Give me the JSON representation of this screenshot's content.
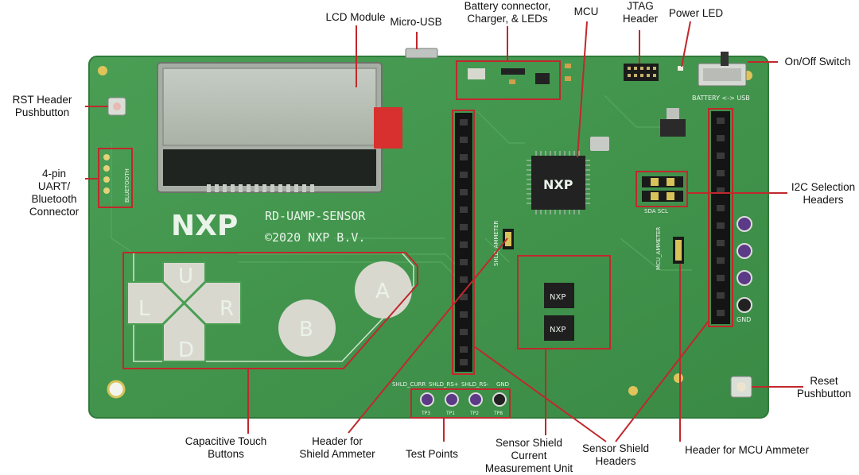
{
  "board": {
    "logo": "NXP",
    "name": "RD-UAMP-SENSOR",
    "copyright": "©2020 NXP B.V.",
    "chip_logo": "NXP",
    "battery_silk": "BATTERY <-> USB",
    "i2c_silk": "SDA SCL",
    "bt_silk": "BLUETOOTH",
    "shld_silk": "SHLD_AMMETER",
    "mcu_silk": "MCU_AMMETER",
    "testpoint_silk": [
      "SHLD_CURR",
      "SHLD_RS+",
      "SHLD_RS-",
      "GND"
    ],
    "testpoint_ids": [
      "TP3",
      "TP1",
      "TP2",
      "TP8"
    ],
    "gnd_silk": "GND",
    "pad_letters": [
      "U",
      "L",
      "R",
      "D"
    ],
    "button_a": "A",
    "button_b": "B"
  },
  "callouts": {
    "lcd": "LCD Module",
    "micro_usb": "Micro-USB",
    "battery": [
      "Battery connector,",
      "Charger, & LEDs"
    ],
    "mcu": "MCU",
    "jtag": [
      "JTAG",
      "Header"
    ],
    "power_led": "Power LED",
    "onoff": "On/Off Switch",
    "rst": [
      "RST Header",
      "Pushbutton"
    ],
    "uart": [
      "4-pin",
      "UART/",
      "Bluetooth",
      "Connector"
    ],
    "i2c": [
      "I2C Selection",
      "Headers"
    ],
    "reset": [
      "Reset",
      "Pushbutton"
    ],
    "touch": [
      "Capacitive Touch",
      "Buttons"
    ],
    "shield_ammeter": [
      "Header for",
      "Shield Ammeter"
    ],
    "test_points": "Test Points",
    "current_unit": [
      "Sensor Shield",
      "Current",
      "Measurement Unit"
    ],
    "shield_headers": [
      "Sensor Shield",
      "Headers"
    ],
    "mcu_ammeter": "Header for MCU Ammeter"
  },
  "colors": {
    "pcb": "#3e9248",
    "pcb_edge": "#2f7a3a",
    "callout": "#c0282c",
    "header": "#1a1a1a",
    "lcd": "#b9c0b7"
  }
}
